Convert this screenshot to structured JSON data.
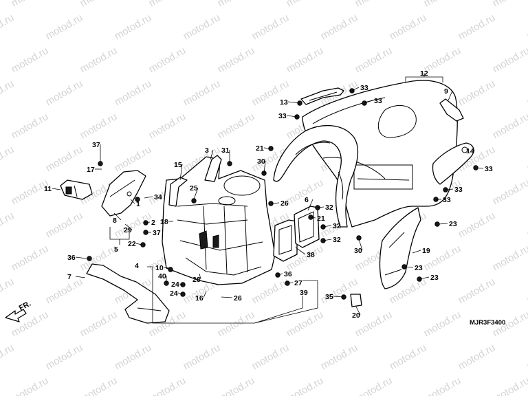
{
  "diagram": {
    "code": "MJR3F3400",
    "direction_label": "FR.",
    "watermark": "motod.ru",
    "callouts": [
      {
        "id": "c37a",
        "label": "37"
      },
      {
        "id": "c17",
        "label": "17"
      },
      {
        "id": "c11",
        "label": "11"
      },
      {
        "id": "c1",
        "label": "1"
      },
      {
        "id": "c34",
        "label": "34"
      },
      {
        "id": "c8",
        "label": "8"
      },
      {
        "id": "c29",
        "label": "29"
      },
      {
        "id": "c5",
        "label": "5"
      },
      {
        "id": "c2",
        "label": "2"
      },
      {
        "id": "c37b",
        "label": "37"
      },
      {
        "id": "c22",
        "label": "22"
      },
      {
        "id": "c36a",
        "label": "36"
      },
      {
        "id": "c7",
        "label": "7"
      },
      {
        "id": "c4",
        "label": "4"
      },
      {
        "id": "c10",
        "label": "10"
      },
      {
        "id": "c40",
        "label": "40"
      },
      {
        "id": "c24a",
        "label": "24"
      },
      {
        "id": "c24b",
        "label": "24"
      },
      {
        "id": "c28",
        "label": "28"
      },
      {
        "id": "c16",
        "label": "16"
      },
      {
        "id": "c26a",
        "label": "26"
      },
      {
        "id": "c18",
        "label": "18"
      },
      {
        "id": "c15",
        "label": "15"
      },
      {
        "id": "c3",
        "label": "3"
      },
      {
        "id": "c31",
        "label": "31"
      },
      {
        "id": "c25",
        "label": "25"
      },
      {
        "id": "c30a",
        "label": "30"
      },
      {
        "id": "c21a",
        "label": "21"
      },
      {
        "id": "c26b",
        "label": "26"
      },
      {
        "id": "c38",
        "label": "38"
      },
      {
        "id": "c36b",
        "label": "36"
      },
      {
        "id": "c27",
        "label": "27"
      },
      {
        "id": "c39",
        "label": "39"
      },
      {
        "id": "c6",
        "label": "6"
      },
      {
        "id": "c32a",
        "label": "32"
      },
      {
        "id": "c21b",
        "label": "21"
      },
      {
        "id": "c32b",
        "label": "32"
      },
      {
        "id": "c32c",
        "label": "32"
      },
      {
        "id": "c30b",
        "label": "30"
      },
      {
        "id": "c13",
        "label": "13"
      },
      {
        "id": "c33a",
        "label": "33"
      },
      {
        "id": "c33b",
        "label": "33"
      },
      {
        "id": "c33c",
        "label": "33"
      },
      {
        "id": "c12",
        "label": "12"
      },
      {
        "id": "c9",
        "label": "9"
      },
      {
        "id": "c14",
        "label": "14"
      },
      {
        "id": "c33d",
        "label": "33"
      },
      {
        "id": "c33e",
        "label": "33"
      },
      {
        "id": "c33f",
        "label": "33"
      },
      {
        "id": "c23a",
        "label": "23"
      },
      {
        "id": "c19",
        "label": "19"
      },
      {
        "id": "c23b",
        "label": "23"
      },
      {
        "id": "c23c",
        "label": "23"
      },
      {
        "id": "c35",
        "label": "35"
      },
      {
        "id": "c20",
        "label": "20"
      }
    ]
  }
}
